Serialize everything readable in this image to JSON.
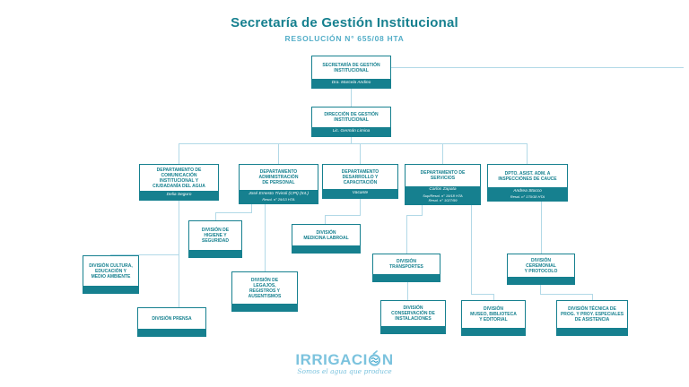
{
  "header": {
    "title": "Secretaría de Gestión Institucional",
    "subtitle": "RESOLUCIÓN N° 655/08 HTA"
  },
  "org": {
    "secretaria": {
      "title": "SECRETARÍA DE GESTIÓN\nINSTITUCIONAL",
      "name": "Dra. Marcela Andino"
    },
    "direccion": {
      "title": "DIRECCIÓN DE GESTIÓN\nINSTITUCIONAL",
      "name": "Lic. Germán Limina"
    },
    "dept_comunicacion": {
      "title": "DEPARTAMENTO DE\nCOMUNICACIÓN\nINSTITUCIONAL Y\nCIUDADANÍA DEL AGUA",
      "name": "Delia Seguro"
    },
    "dept_personal": {
      "title": "DEPARTAMENTO\nADMINISTRACIÓN\nDE PERSONAL",
      "name": "José Ernesto Tiviroli (CPI) (Int.)",
      "detail": "Resol. n° 29/13 HTA"
    },
    "dept_desarrollo": {
      "title": "DEPARTAMENTO\nDESARROLLO Y\nCAPACITACIÓN",
      "name": "Vacante"
    },
    "dept_servicios": {
      "title": "DEPARTAMENTO DE\nSERVICIOS",
      "name": "Carlos Zapata",
      "detail1": "Sup/Resol. n° 19/18 HTA",
      "detail2": "Resol. n° 1027/99"
    },
    "dept_cauce": {
      "title": "DPTO. ASIST. ADM. A\nINSPECCIÓNES DE CAUCE",
      "name": "Andrea Stocco",
      "detail": "Resol. n° 170/18 HTA"
    },
    "div_higiene": {
      "title": "DIVISIÓN DE\nHIGIENE Y\nSEGURIDAD"
    },
    "div_medicina": {
      "title": "DIVISIÓN\nMEDICINA LABROAL"
    },
    "div_cultura": {
      "title": "DIVISIÓN CULTURA,\nEDUCACIÓN Y\nMEDIO AMBIENTE"
    },
    "div_legajos": {
      "title": "DIVISIÓN DE\nLEGAJOS,\nREGISTROS Y\nAUSENTISMOS"
    },
    "div_prensa": {
      "title": "DIVISIÓN PRENSA"
    },
    "div_transportes": {
      "title": "DIVISIÓN\nTRANSPORTES"
    },
    "div_ceremonial": {
      "title": "DIVISIÓN\nCEREMONIAL\nY PROTOCOLO"
    },
    "div_conservacion": {
      "title": "DIVISIÓN\nCONSERVACIÓN DE\nINSTALACIONES"
    },
    "div_museo": {
      "title": "DIVISIÓN\nMUSEO, BIBLIOTECA\nY EDITORIAL"
    },
    "div_tecnica": {
      "title": "DIVISIÓN TÉCNICA DE\nPROG. Y PROY. ESPECIALES\nDE ASISTENCIA"
    }
  },
  "footer": {
    "logo_pre": "IRRIGACI",
    "logo_post": "N",
    "tagline": "Somos el agua que produce"
  },
  "colors": {
    "teal": "#16808f",
    "accent_blue": "#54aec8",
    "line_blue": "#b2d9e7",
    "logo_blue": "#7cc3de",
    "logo_wave_blue": "#2a9cc6"
  }
}
